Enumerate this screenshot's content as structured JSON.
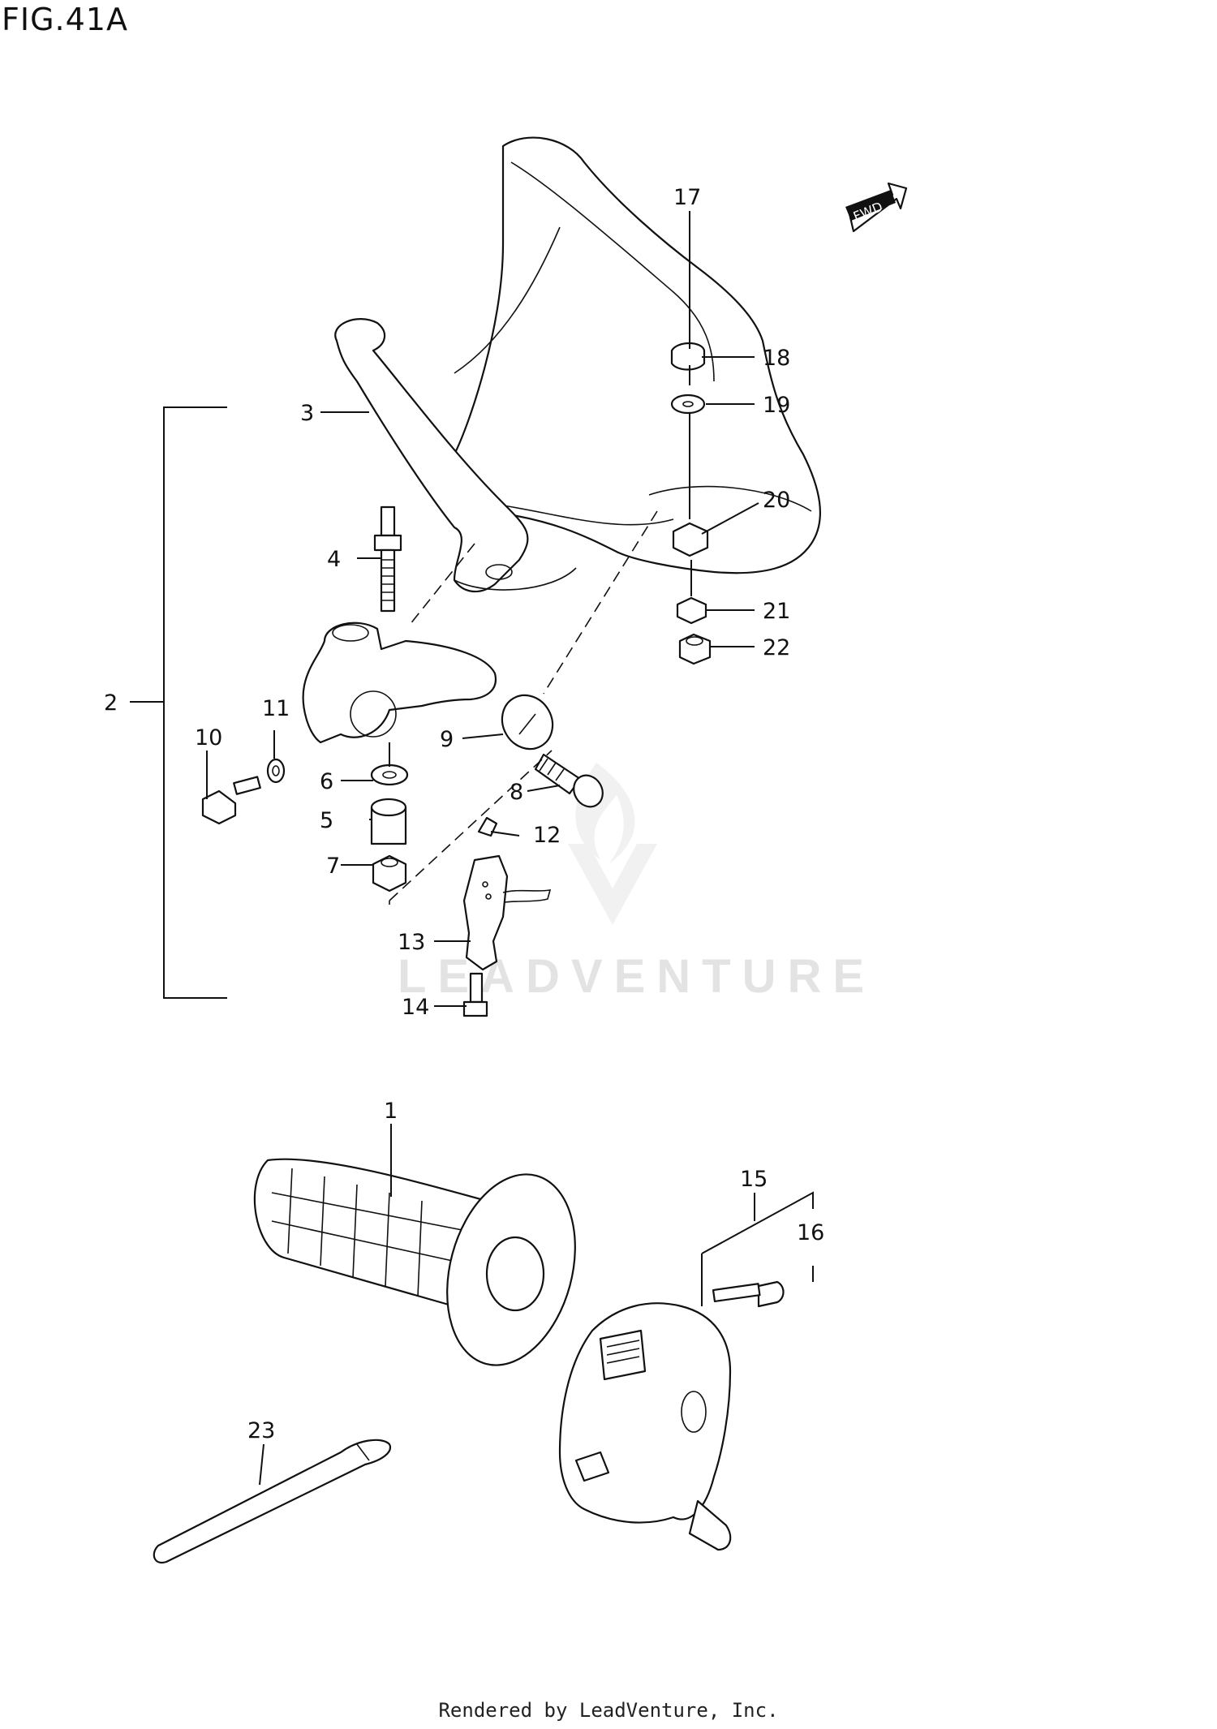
{
  "figure": {
    "title": "FIG.41A",
    "footer": "Rendered by LeadVenture, Inc.",
    "watermark": "LEADVENTURE",
    "direction_badge": "FWD"
  },
  "callouts": [
    {
      "id": "c1",
      "label": "1"
    },
    {
      "id": "c2",
      "label": "2"
    },
    {
      "id": "c3",
      "label": "3"
    },
    {
      "id": "c4",
      "label": "4"
    },
    {
      "id": "c5",
      "label": "5"
    },
    {
      "id": "c6",
      "label": "6"
    },
    {
      "id": "c7",
      "label": "7"
    },
    {
      "id": "c8",
      "label": "8"
    },
    {
      "id": "c9",
      "label": "9"
    },
    {
      "id": "c10",
      "label": "10"
    },
    {
      "id": "c11",
      "label": "11"
    },
    {
      "id": "c12",
      "label": "12"
    },
    {
      "id": "c13",
      "label": "13"
    },
    {
      "id": "c14",
      "label": "14"
    },
    {
      "id": "c15",
      "label": "15"
    },
    {
      "id": "c16",
      "label": "16"
    },
    {
      "id": "c17",
      "label": "17"
    },
    {
      "id": "c18",
      "label": "18"
    },
    {
      "id": "c19",
      "label": "19"
    },
    {
      "id": "c20",
      "label": "20"
    },
    {
      "id": "c21",
      "label": "21"
    },
    {
      "id": "c22",
      "label": "22"
    },
    {
      "id": "c23",
      "label": "23"
    }
  ]
}
